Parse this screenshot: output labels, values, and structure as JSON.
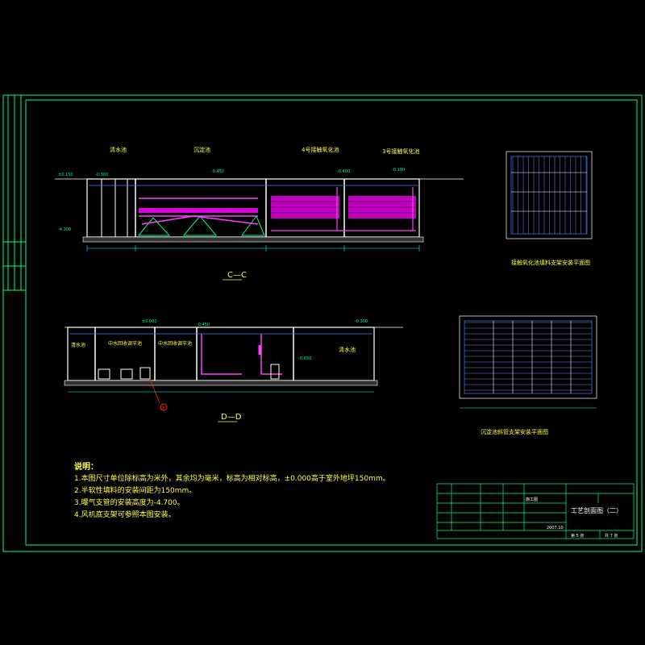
{
  "section_cc": {
    "title": "C—C",
    "tank_labels": [
      "清水池",
      "沉淀池",
      "4号接触氧化池",
      "3号接触氧化池"
    ]
  },
  "section_dd": {
    "title": "D—D",
    "room_labels": [
      "清水池",
      "中水回收调节池",
      "中水回收调节池",
      "清水池"
    ],
    "marker": "③"
  },
  "plan_top": {
    "caption": "接触氧化池填料支架安装平面图"
  },
  "plan_bottom": {
    "caption": "沉淀池斜管支架安装平面图"
  },
  "notes": {
    "title": "说明：",
    "items": [
      "1.本图尺寸单位除标高为米外，其余均为毫米，标高为相对标高，±0.000高于室外地坪150mm。",
      "2.半软性填料的安装间距为150mm。",
      "3.曝气支管的安装高度为-4.700。",
      "4.风机底支架可参照本图安装。"
    ]
  },
  "title_block": {
    "drawing_title": "工艺剖面图（二）",
    "stage": "施工图",
    "date": "2007.10",
    "sheet": "第 5 张",
    "total": "共 7 张"
  },
  "colors": {
    "frame": "#00ff80",
    "concrete": "#ffffff",
    "fill_media": "#ff00ff",
    "pipe": "#ff40ff",
    "text": "#ffff40",
    "water": "#4080ff",
    "dim": "#00ffff"
  }
}
